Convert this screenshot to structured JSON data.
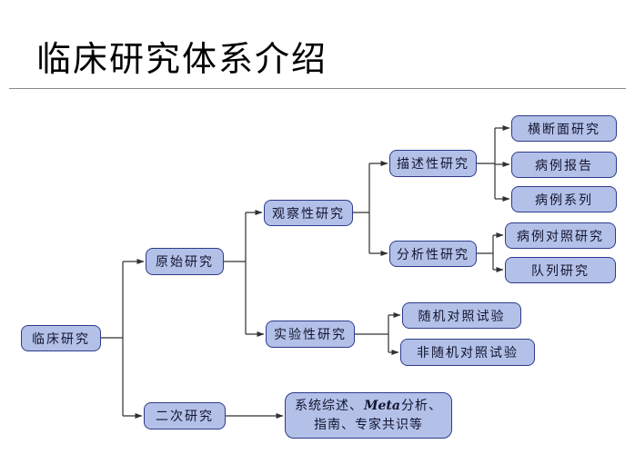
{
  "title": "临床研究体系介绍",
  "colors": {
    "node_fill": "#b3c1e9",
    "node_border": "#2e3a8c",
    "node_text": "#13142e",
    "connector": "#303030",
    "divider": "#8a8a8a"
  },
  "nodes": {
    "clinical_research": "临床研究",
    "primary_research": "原始研究",
    "secondary_research": "二次研究",
    "observational": "观察性研究",
    "experimental": "实验性研究",
    "descriptive": "描述性研究",
    "analytical": "分析性研究",
    "cross_sectional": "横断面研究",
    "case_report": "病例报告",
    "case_series": "病例系列",
    "case_control": "病例对照研究",
    "cohort": "队列研究",
    "rct": "随机对照试验",
    "non_rct": "非随机对照试验",
    "secondary_outputs": {
      "line1_pre": "系统综述、",
      "line1_meta": "Meta",
      "line1_post": "分析、",
      "line2": "指南、专家共识等"
    }
  },
  "edges": [
    [
      "临床研究",
      "原始研究"
    ],
    [
      "临床研究",
      "二次研究"
    ],
    [
      "原始研究",
      "观察性研究"
    ],
    [
      "原始研究",
      "实验性研究"
    ],
    [
      "观察性研究",
      "描述性研究"
    ],
    [
      "观察性研究",
      "分析性研究"
    ],
    [
      "描述性研究",
      "横断面研究"
    ],
    [
      "描述性研究",
      "病例报告"
    ],
    [
      "描述性研究",
      "病例系列"
    ],
    [
      "分析性研究",
      "病例对照研究"
    ],
    [
      "分析性研究",
      "队列研究"
    ],
    [
      "实验性研究",
      "随机对照试验"
    ],
    [
      "实验性研究",
      "非随机对照试验"
    ],
    [
      "二次研究",
      "系统综述、Meta分析、指南、专家共识等"
    ]
  ]
}
